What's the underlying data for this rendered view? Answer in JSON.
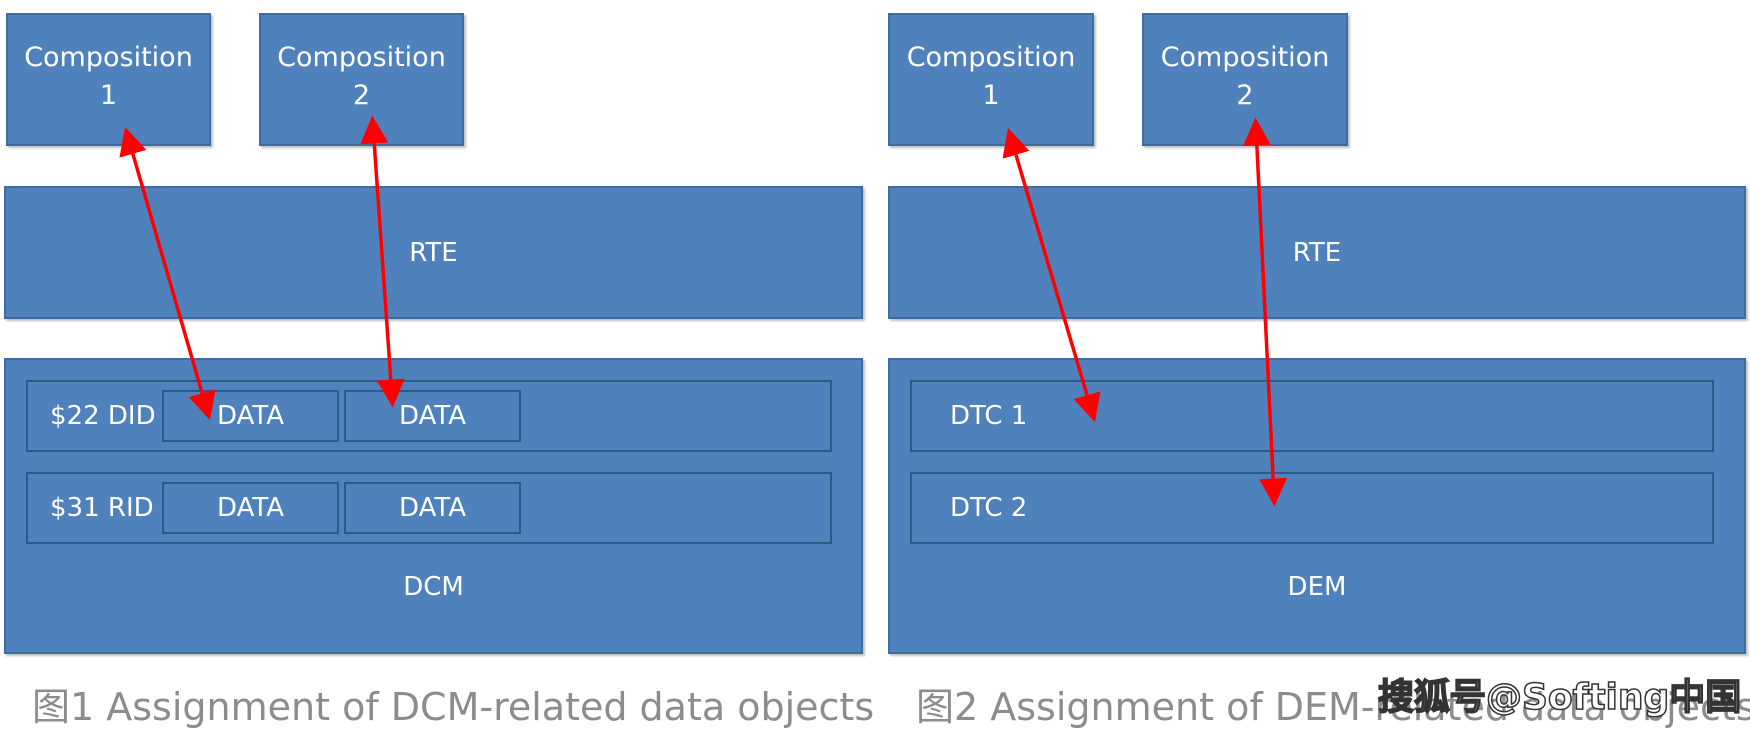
{
  "colors": {
    "box_fill": "#4f81bd",
    "box_border": "#3f6c9e",
    "arrow": "#ff0000",
    "caption": "#8c8c8c"
  },
  "left": {
    "composition1": {
      "line1": "Composition",
      "line2": "1"
    },
    "composition2": {
      "line1": "Composition",
      "line2": "2"
    },
    "rte": "RTE",
    "did_row": {
      "label": "$22 DID",
      "data": [
        "DATA",
        "DATA"
      ]
    },
    "rid_row": {
      "label": "$31 RID",
      "data": [
        "DATA",
        "DATA"
      ]
    },
    "module": "DCM",
    "caption": "图1 Assignment of DCM-related data objects"
  },
  "right": {
    "composition1": {
      "line1": "Composition",
      "line2": "1"
    },
    "composition2": {
      "line1": "Composition",
      "line2": "2"
    },
    "rte": "RTE",
    "dtc1": "DTC 1",
    "dtc2": "DTC 2",
    "module": "DEM",
    "caption": "图2 Assignment of DEM-related data objects"
  },
  "watermark": "搜狐号@Softing中国"
}
